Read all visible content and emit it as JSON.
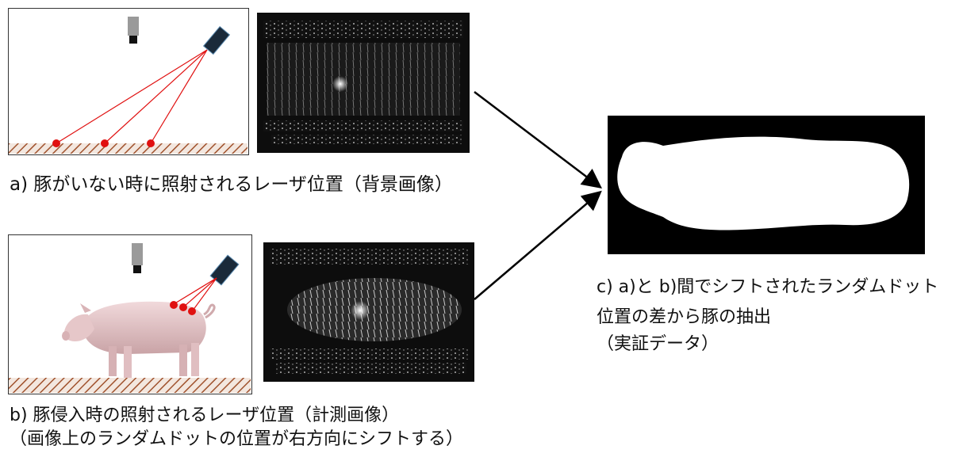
{
  "captions": {
    "a": "a)  豚がいない時に照射されるレーザ位置（背景画像）",
    "b_line1": "b)  豚侵入時の照射されるレーザ位置（計測画像）",
    "b_line2": "（画像上のランダムドットの位置が右方向にシフトする）",
    "c_line1": "c)   a)と  b)間でシフトされたランダムドット",
    "c_line2": "位置の差から豚の抽出",
    "c_line3": "（実証データ）"
  },
  "colors": {
    "laser": "#e01010",
    "floor_hatch": "#a0522d",
    "camera_gray": "#9a9a9a",
    "projector": "#1a2a3a",
    "pig": "#e6c7c9",
    "mask_bg": "#000000",
    "mask_fg": "#ffffff"
  },
  "icons": [
    "camera-icon",
    "laser-projector-icon",
    "pig-illustration"
  ]
}
